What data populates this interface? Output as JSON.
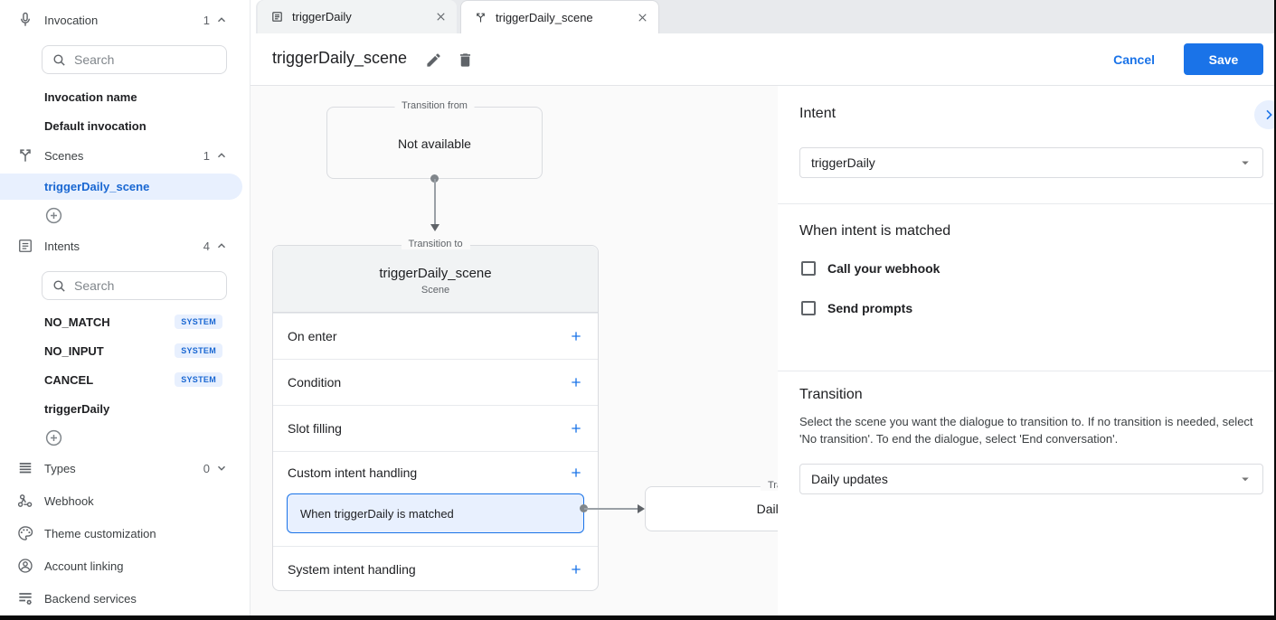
{
  "colors": {
    "accent": "#1a73e8",
    "selection_bg": "#e8f0fe",
    "selection_text": "#1967d2",
    "canvas_bg": "#fafafa"
  },
  "sidebar": {
    "invocation": {
      "label": "Invocation",
      "count": "1"
    },
    "search_placeholder": "Search",
    "invocation_items": [
      {
        "label": "Invocation name"
      },
      {
        "label": "Default invocation"
      }
    ],
    "scenes": {
      "label": "Scenes",
      "count": "1"
    },
    "scene_items": [
      {
        "label": "triggerDaily_scene"
      }
    ],
    "intents": {
      "label": "Intents",
      "count": "4"
    },
    "intent_search_placeholder": "Search",
    "intent_items": [
      {
        "label": "NO_MATCH",
        "badge": "SYSTEM"
      },
      {
        "label": "NO_INPUT",
        "badge": "SYSTEM"
      },
      {
        "label": "CANCEL",
        "badge": "SYSTEM"
      },
      {
        "label": "triggerDaily",
        "badge": ""
      }
    ],
    "types": {
      "label": "Types",
      "count": "0"
    },
    "tools": [
      {
        "label": "Webhook"
      },
      {
        "label": "Theme customization"
      },
      {
        "label": "Account linking"
      },
      {
        "label": "Backend services"
      }
    ]
  },
  "tabs": [
    {
      "title": "triggerDaily"
    },
    {
      "title": "triggerDaily_scene"
    }
  ],
  "header": {
    "title": "triggerDaily_scene",
    "cancel_label": "Cancel",
    "save_label": "Save"
  },
  "canvas": {
    "transition_from": {
      "label": "Transition from",
      "value": "Not available"
    },
    "scene_card": {
      "label": "Transition to",
      "title": "triggerDaily_scene",
      "subtitle": "Scene",
      "rows": [
        {
          "label": "On enter"
        },
        {
          "label": "Condition"
        },
        {
          "label": "Slot filling"
        },
        {
          "label": "Custom intent handling"
        },
        {
          "label": "System intent handling"
        }
      ],
      "selected_handler": "When triggerDaily is matched"
    },
    "target_node": {
      "label": "Transition to",
      "title": "Daily updates"
    }
  },
  "panel": {
    "intent": {
      "heading": "Intent",
      "value": "triggerDaily"
    },
    "matched": {
      "heading": "When intent is matched",
      "checkboxes": [
        "Call your webhook",
        "Send prompts"
      ]
    },
    "transition": {
      "heading": "Transition",
      "description": "Select the scene you want the dialogue to transition to. If no transition is needed, select 'No transition'. To end the dialogue, select 'End conversation'.",
      "value": "Daily updates"
    }
  }
}
